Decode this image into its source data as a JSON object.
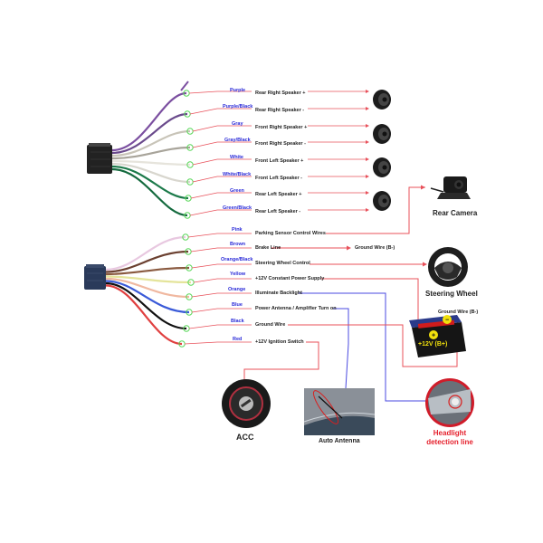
{
  "upper_harness": {
    "wires": [
      {
        "color_label": "Purple",
        "function": "Rear Right Speaker +",
        "wire_color": "#7b4fa0"
      },
      {
        "color_label": "Purple/Black",
        "function": "Rear Right Speaker -",
        "wire_color": "#6a4a8c"
      },
      {
        "color_label": "Gray",
        "function": "Front Right Speaker +",
        "wire_color": "#c8c4b8"
      },
      {
        "color_label": "Gray/Black",
        "function": "Front Right Speaker -",
        "wire_color": "#a8a49a"
      },
      {
        "color_label": "White",
        "function": "Front Left Speaker +",
        "wire_color": "#e6e4dc"
      },
      {
        "color_label": "White/Black",
        "function": "Front Left Speaker -",
        "wire_color": "#d8d6ce"
      },
      {
        "color_label": "Green",
        "function": "Rear Left Speaker +",
        "wire_color": "#1c7a4a"
      },
      {
        "color_label": "Green/Black",
        "function": "Rear Left Speaker -",
        "wire_color": "#146a3e"
      }
    ]
  },
  "lower_harness": {
    "wires": [
      {
        "color_label": "Pink",
        "function": "Parking Sensor Control Wires",
        "wire_color": "#e8c8e0"
      },
      {
        "color_label": "Brown",
        "function": "Brake Line",
        "wire_color": "#6b4030"
      },
      {
        "color_label": "Orange/Black",
        "function": "Steering Wheel Control",
        "wire_color": "#8a5a40"
      },
      {
        "color_label": "Yellow",
        "function": "+12V Constant Power Supply",
        "wire_color": "#e4e49a"
      },
      {
        "color_label": "Orange",
        "function": "Illuminate Backlight",
        "wire_color": "#f0b8a0"
      },
      {
        "color_label": "Blue",
        "function": "Power Antenna / Amplifier Turn on",
        "wire_color": "#3a5ad8"
      },
      {
        "color_label": "Black",
        "function": "Ground Wire",
        "wire_color": "#111111"
      },
      {
        "color_label": "Red",
        "function": "+12V Ignition Switch",
        "wire_color": "#e04040"
      }
    ]
  },
  "targets": {
    "brake_ground": "Ground Wire (B-)",
    "rear_camera": "Rear Camera",
    "steering_wheel": "Steering Wheel",
    "battery_ground": "Ground Wire (B-)",
    "battery_positive": "+12V  (B+)",
    "acc": "ACC",
    "auto_antenna": "Auto Antenna",
    "headlight": "Headlight detection line"
  },
  "colors": {
    "leader_line": "#e8505a",
    "blue_line": "#4a4ae0",
    "color_label_text": "#2a2ad8",
    "splice_ring": "#5ad85a",
    "headlight_caption": "#e5202c"
  }
}
